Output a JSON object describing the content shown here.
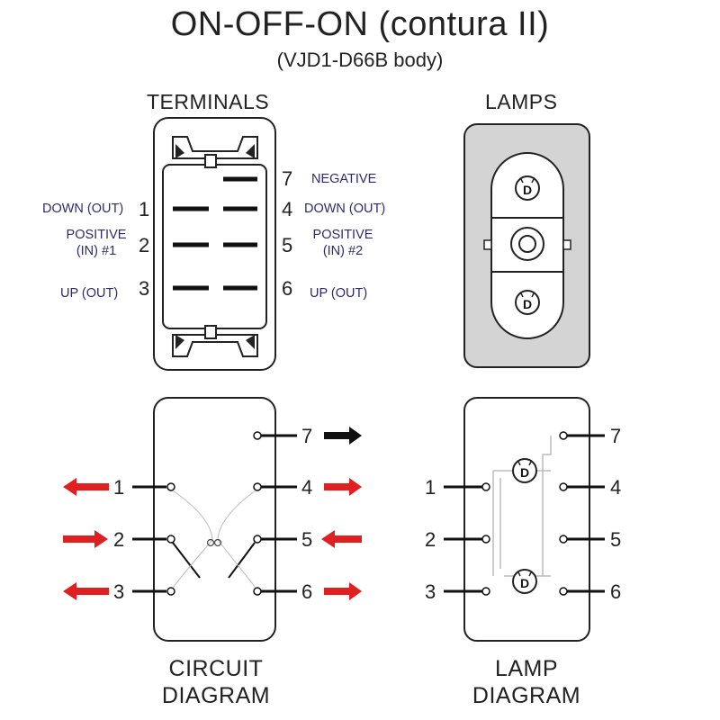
{
  "header": {
    "title": "ON-OFF-ON (contura II)",
    "subtitle": "(VJD1-D66B body)"
  },
  "terminals_panel": {
    "heading": "TERMINALS",
    "numbers": [
      "7",
      "1",
      "4",
      "2",
      "5",
      "3",
      "6"
    ],
    "labels": {
      "t7": "NEGATIVE",
      "t1": "DOWN (OUT)",
      "t4": "DOWN (OUT)",
      "t2_line1": "POSITIVE",
      "t2_line2": "(IN) #1",
      "t5_line1": "POSITIVE",
      "t5_line2": "(IN) #2",
      "t3": "UP (OUT)",
      "t6": "UP (OUT)"
    }
  },
  "lamps_panel": {
    "heading": "LAMPS",
    "lamp_top": "D",
    "lamp_bottom": "D"
  },
  "circuit_panel": {
    "caption_line1": "CIRCUIT",
    "caption_line2": "DIAGRAM",
    "numbers": [
      "7",
      "1",
      "2",
      "3",
      "4",
      "5",
      "6"
    ],
    "arrow_color": "#e02020",
    "negative_arrow_color": "#111111"
  },
  "lamp_diagram_panel": {
    "caption_line1": "LAMP",
    "caption_line2": "DIAGRAM",
    "numbers": [
      "7",
      "1",
      "2",
      "3",
      "4",
      "5",
      "6"
    ],
    "lamp_top": "D",
    "lamp_bottom": "D"
  },
  "colors": {
    "label_text": "#2f2a6e",
    "lamp_body": "#d4d4d4",
    "arrow_red": "#e02020"
  }
}
